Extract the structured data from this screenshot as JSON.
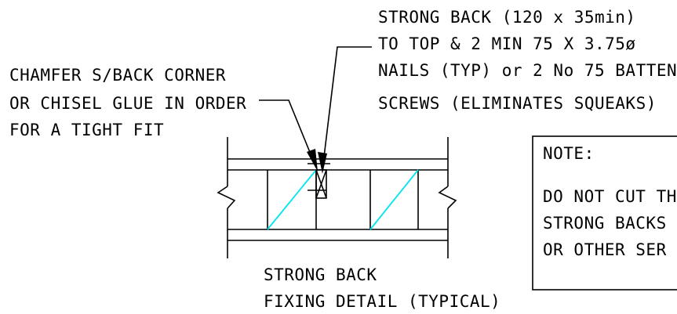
{
  "strong_back_callout": {
    "line1": "STRONG BACK (120 x 35min)",
    "line2": "TO TOP & 2 MIN 75 X 3.75ø",
    "line3": "NAILS (TYP) or 2 No 75 BATTEN",
    "line4": "SCREWS (ELIMINATES SQUEAKS)"
  },
  "chamfer_callout": {
    "line1": "CHAMFER S/BACK CORNER",
    "line2": "OR CHISEL GLUE IN ORDER",
    "line3": "FOR A TIGHT FIT"
  },
  "note": {
    "heading": "NOTE:",
    "line1": "DO NOT CUT TH",
    "line2": "STRONG BACKS",
    "line3": "OR OTHER SER"
  },
  "caption": {
    "line1": "STRONG BACK",
    "line2": "FIXING DETAIL (TYPICAL)"
  },
  "colors": {
    "linework": "#000000",
    "diagonal_brace": "#00e5ee",
    "background": "#ffffff"
  }
}
